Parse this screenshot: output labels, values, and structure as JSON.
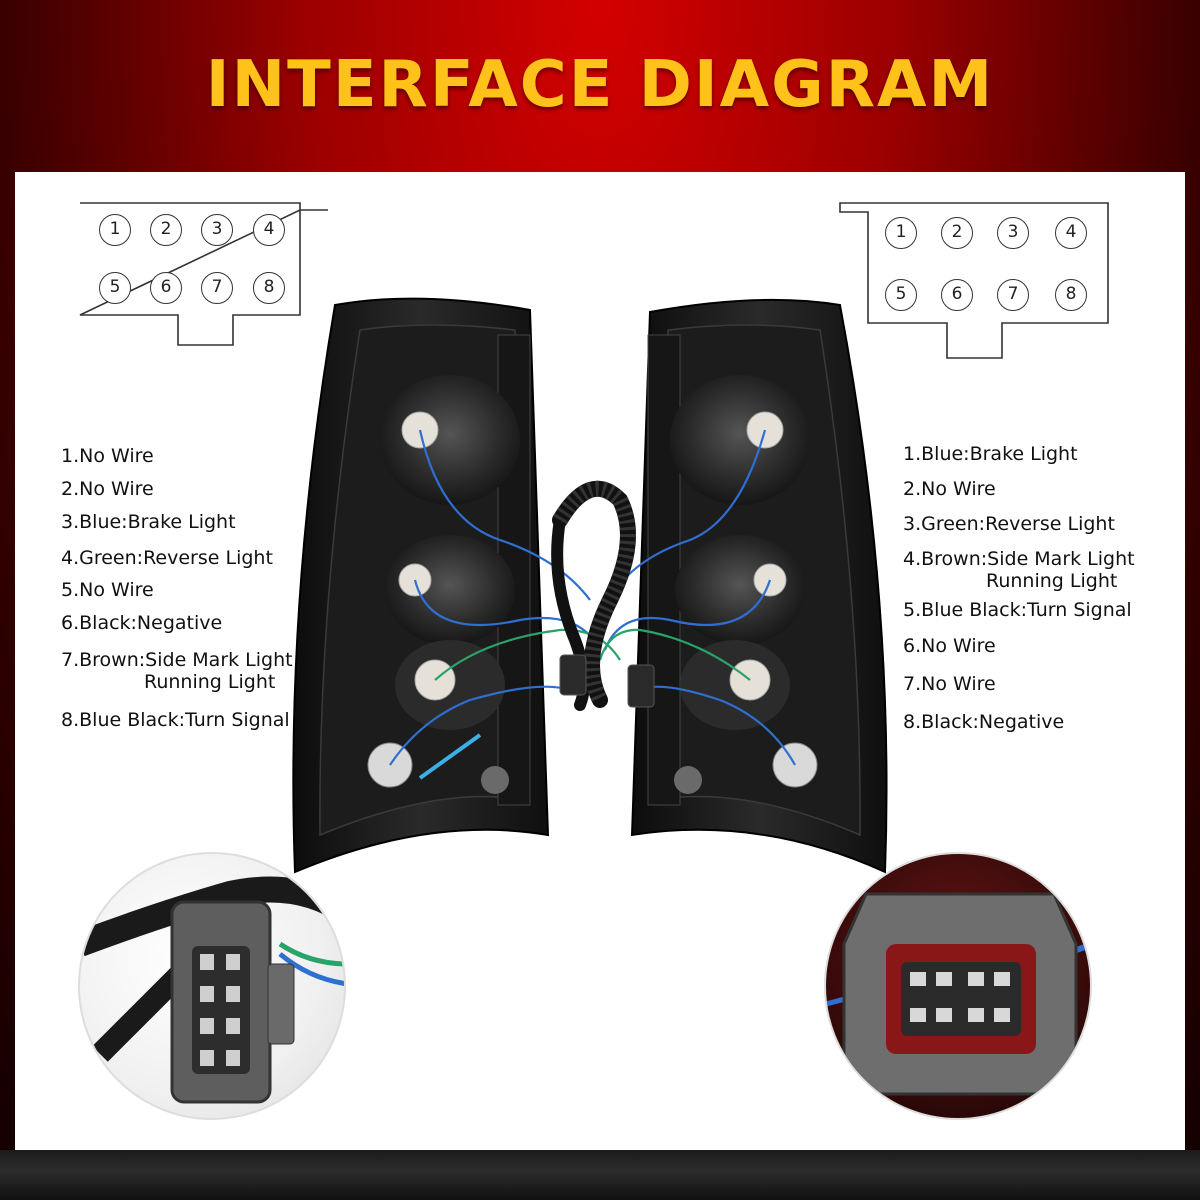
{
  "title": "INTERFACE DIAGRAM",
  "connector_left": {
    "pins": [
      "1",
      "2",
      "3",
      "4",
      "5",
      "6",
      "7",
      "8"
    ]
  },
  "connector_right": {
    "pins": [
      "1",
      "2",
      "3",
      "4",
      "5",
      "6",
      "7",
      "8"
    ]
  },
  "left_wiring": [
    {
      "text": "1.No Wire"
    },
    {
      "text": "2.No Wire"
    },
    {
      "text": "3.Blue:Brake Light"
    },
    {
      "text": "4.Green:Reverse Light"
    },
    {
      "text": "5.No Wire"
    },
    {
      "text": "6.Black:Negative"
    },
    {
      "text": "7.Brown:Side Mark Light",
      "cont": "Running Light"
    },
    {
      "text": "8.Blue Black:Turn Signal"
    }
  ],
  "right_wiring": [
    {
      "text": "1.Blue:Brake Light"
    },
    {
      "text": "2.No Wire"
    },
    {
      "text": "3.Green:Reverse Light"
    },
    {
      "text": "4.Brown:Side Mark Light",
      "cont": "Running Light"
    },
    {
      "text": "5.Blue Black:Turn Signal"
    },
    {
      "text": "6.No Wire"
    },
    {
      "text": "7.No Wire"
    },
    {
      "text": "8.Black:Negative"
    }
  ],
  "colors": {
    "title": "#ffc21a",
    "background": "#a00000",
    "panel": "#ffffff",
    "wire_blue": "#2f6fd1",
    "wire_green": "#2aa36b",
    "lamp_housing": "#1e1e1e"
  }
}
